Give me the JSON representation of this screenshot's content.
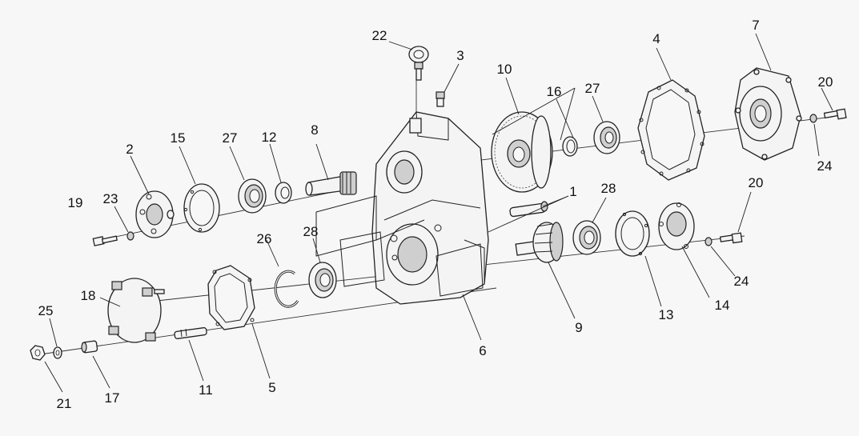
{
  "callouts": [
    {
      "id": "1",
      "text": "1"
    },
    {
      "id": "2",
      "text": "2"
    },
    {
      "id": "3",
      "text": "3"
    },
    {
      "id": "4",
      "text": "4"
    },
    {
      "id": "5",
      "text": "5"
    },
    {
      "id": "6",
      "text": "6"
    },
    {
      "id": "7",
      "text": "7"
    },
    {
      "id": "8",
      "text": "8"
    },
    {
      "id": "9",
      "text": "9"
    },
    {
      "id": "10",
      "text": "10"
    },
    {
      "id": "11",
      "text": "11"
    },
    {
      "id": "12",
      "text": "12"
    },
    {
      "id": "13",
      "text": "13"
    },
    {
      "id": "14",
      "text": "14"
    },
    {
      "id": "15",
      "text": "15"
    },
    {
      "id": "16",
      "text": "16"
    },
    {
      "id": "17",
      "text": "17"
    },
    {
      "id": "18",
      "text": "18"
    },
    {
      "id": "19",
      "text": "19"
    },
    {
      "id": "20a",
      "text": "20"
    },
    {
      "id": "20b",
      "text": "20"
    },
    {
      "id": "21",
      "text": "21"
    },
    {
      "id": "22",
      "text": "22"
    },
    {
      "id": "23",
      "text": "23"
    },
    {
      "id": "24a",
      "text": "24"
    },
    {
      "id": "24b",
      "text": "24"
    },
    {
      "id": "25",
      "text": "25"
    },
    {
      "id": "26",
      "text": "26"
    },
    {
      "id": "27a",
      "text": "27"
    },
    {
      "id": "27b",
      "text": "27"
    },
    {
      "id": "28a",
      "text": "28"
    },
    {
      "id": "28b",
      "text": "28"
    }
  ]
}
